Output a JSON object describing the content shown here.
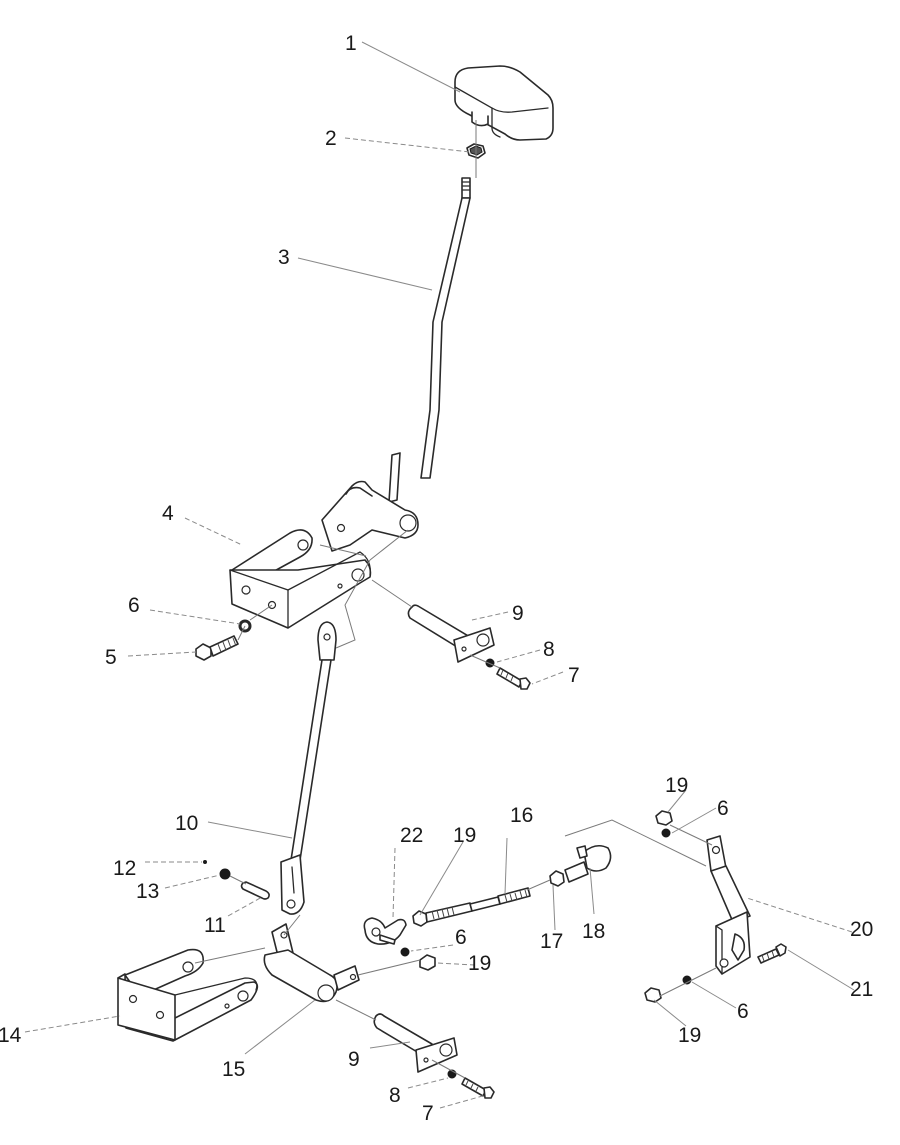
{
  "diagram": {
    "type": "exploded-parts-view",
    "subject": "pedal / lever linkage assembly",
    "callouts": [
      {
        "id": "c1",
        "label": "1",
        "part": "knob"
      },
      {
        "id": "c2",
        "label": "2",
        "part": "nut"
      },
      {
        "id": "c3",
        "label": "3",
        "part": "lever-rod"
      },
      {
        "id": "c4",
        "label": "4",
        "part": "upper-bracket"
      },
      {
        "id": "c5",
        "label": "5",
        "part": "bolt"
      },
      {
        "id": "c6a",
        "label": "6",
        "part": "washer"
      },
      {
        "id": "c7a",
        "label": "7",
        "part": "bolt"
      },
      {
        "id": "c8a",
        "label": "8",
        "part": "washer"
      },
      {
        "id": "c9a",
        "label": "9",
        "part": "pivot-pin"
      },
      {
        "id": "c10",
        "label": "10",
        "part": "connecting-rod"
      },
      {
        "id": "c11",
        "label": "11",
        "part": "clevis-pin"
      },
      {
        "id": "c12",
        "label": "12",
        "part": "cotter-pin"
      },
      {
        "id": "c13",
        "label": "13",
        "part": "washer"
      },
      {
        "id": "c14",
        "label": "14",
        "part": "lower-bracket"
      },
      {
        "id": "c15",
        "label": "15",
        "part": "bell-crank"
      },
      {
        "id": "c9b",
        "label": "9",
        "part": "pivot-pin"
      },
      {
        "id": "c8b",
        "label": "8",
        "part": "washer"
      },
      {
        "id": "c7b",
        "label": "7",
        "part": "bolt"
      },
      {
        "id": "c22",
        "label": "22",
        "part": "ball-joint"
      },
      {
        "id": "c19a",
        "label": "19",
        "part": "nut"
      },
      {
        "id": "c16",
        "label": "16",
        "part": "threaded-rod"
      },
      {
        "id": "c6b",
        "label": "6",
        "part": "washer"
      },
      {
        "id": "c19b",
        "label": "19",
        "part": "nut"
      },
      {
        "id": "c17",
        "label": "17",
        "part": "nut"
      },
      {
        "id": "c18",
        "label": "18",
        "part": "ball-joint"
      },
      {
        "id": "c19c",
        "label": "19",
        "part": "nut"
      },
      {
        "id": "c6c",
        "label": "6",
        "part": "washer"
      },
      {
        "id": "c20",
        "label": "20",
        "part": "arm"
      },
      {
        "id": "c21",
        "label": "21",
        "part": "bolt"
      },
      {
        "id": "c6d",
        "label": "6",
        "part": "washer"
      },
      {
        "id": "c19d",
        "label": "19",
        "part": "nut"
      }
    ]
  }
}
